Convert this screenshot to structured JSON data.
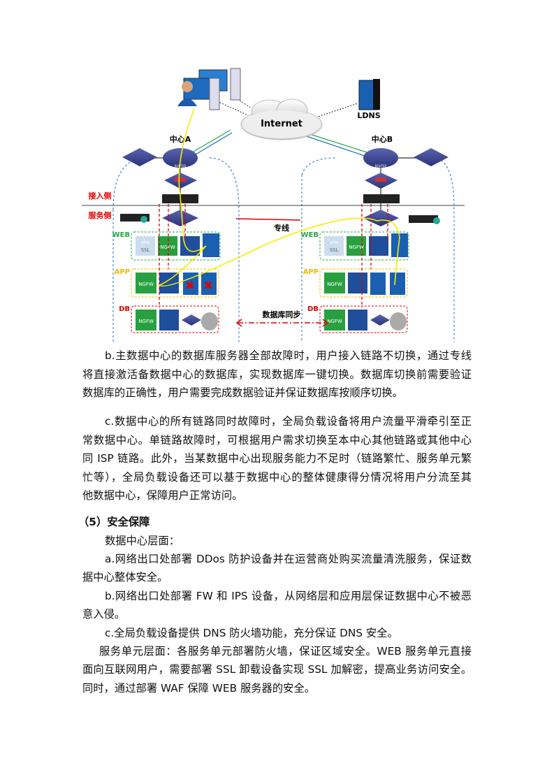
{
  "diagram": {
    "internet": "Internet",
    "ldns": "LDNS",
    "center_a": "中心A",
    "center_b": "中心B",
    "access_side": "接入侧",
    "service_side": "服务侧",
    "dedicated_line": "专线",
    "db_sync": "数据库同步",
    "web": "WEB",
    "app": "APP",
    "db": "DB",
    "ngfw": "NGFW",
    "vpn": "VPN",
    "ssl": "SSL",
    "router": "ROUTER",
    "colors": {
      "flow": "#f5f000",
      "red": "#e00000",
      "web_box": "#22aa44",
      "app_box": "#f5b800",
      "area": "#1f6fbf"
    }
  },
  "para_b": [
    "b.主数据中心的数据库服务器全部故障时，用户接入链路不切换，通过专线",
    "将直接激活备数据中心的数据库，实现数据库一键切换。数据库切换前需要验证",
    "数据库的正确性，用户需要完成数据验证并保证数据库按顺序切换。"
  ],
  "para_c": [
    "c.数据中心的所有链路同时故障时，全局负载设备将用户流量平滑牵引至正",
    "常数据中心。单链路故障时，可根据用户需求切换至本中心其他链路或其他中心",
    "同 ISP 链路。此外，当某数据中心出现服务能力不足时（链路繁忙、服务单元繁",
    "忙等），全局负载设备还可以基于数据中心的整体健康得分情况将用户分流至其",
    "他数据中心，保障用户正常访问。"
  ],
  "heading": "（5）安全保障",
  "dc_level": "数据中心层面：",
  "item_a": [
    "a.网络出口处部署 DDos 防护设备并在运营商处购买流量清洗服务，保证数",
    "据中心整体安全。"
  ],
  "item_b": [
    "b.网络出口处部署 FW 和 IPS 设备，从网络层和应用层保证数据中心不被恶",
    "意入侵。"
  ],
  "item_c": "c.全局负载设备提供 DNS 防火墙功能，充分保证 DNS 安全。",
  "svc_level": [
    "服务单元层面：各服务单元部署防火墙，保证区域安全。WEB 服务单元直接",
    "面向互联网用户，需要部署 SSL 卸载设备实现 SSL 加解密，提高业务访问安全。",
    "同时，通过部署 WAF 保障 WEB 服务器的安全。"
  ]
}
